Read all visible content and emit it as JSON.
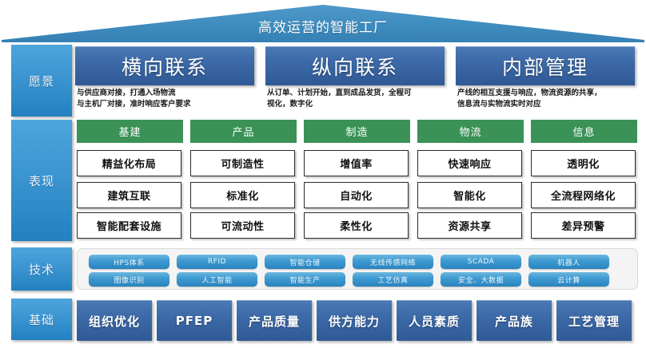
{
  "title": "高效运营的智能工厂",
  "colors": {
    "roof": "#3e8cbe",
    "sidebar": "#3b95d2",
    "vision_box": "#3d6aa8",
    "green_header": "#3a9257",
    "tech_pill": "#3f9bd2",
    "base_box": "#3d6aa8"
  },
  "sidebar": {
    "items": [
      {
        "key": "vision",
        "label": "愿景"
      },
      {
        "key": "performance",
        "label": "表现"
      },
      {
        "key": "technology",
        "label": "技术"
      },
      {
        "key": "foundation",
        "label": "基础"
      }
    ]
  },
  "vision": {
    "boxes": [
      {
        "title": "横向联系",
        "desc": "与供应商对接，打通入场物流\n与主机厂对接，准时响应客户要求"
      },
      {
        "title": "纵向联系",
        "desc": "从订单、计划开始，直到成品发货，全程可\n视化，数字化"
      },
      {
        "title": "内部管理",
        "desc": "产线的相互支援与响应，物流资源的共享，\n信息流与实物流实时对应"
      }
    ]
  },
  "performance": {
    "columns": [
      {
        "header": "基建",
        "items": [
          "精益化布局",
          "建筑互联",
          "智能配套设施"
        ]
      },
      {
        "header": "产品",
        "items": [
          "可制造性",
          "标准化",
          "可流动性"
        ]
      },
      {
        "header": "制造",
        "items": [
          "增值率",
          "自动化",
          "柔性化"
        ]
      },
      {
        "header": "物流",
        "items": [
          "快速响应",
          "智能化",
          "资源共享"
        ]
      },
      {
        "header": "信息",
        "items": [
          "透明化",
          "全流程网络化",
          "差异预警"
        ]
      }
    ]
  },
  "technology": {
    "rows": [
      [
        "HPS体系",
        "RFID",
        "智能仓储",
        "无线传感网络",
        "SCADA",
        "机器人"
      ],
      [
        "图像识别",
        "人工智能",
        "智能生产",
        "工艺仿真",
        "安全、大数据",
        "云计算"
      ]
    ]
  },
  "foundation": {
    "items": [
      "组织优化",
      "PFEP",
      "产品质量",
      "供方能力",
      "人员素质",
      "产品族",
      "工艺管理"
    ]
  }
}
